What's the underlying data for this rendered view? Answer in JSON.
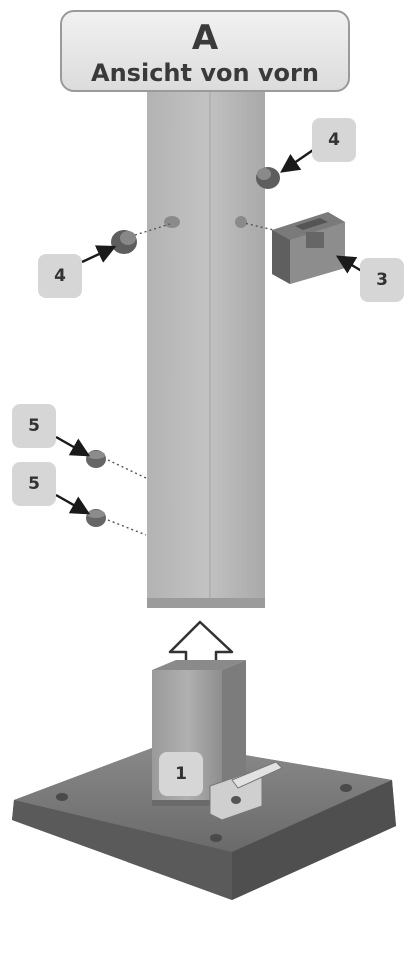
{
  "header": {
    "letter": "A",
    "subtitle": "Ansicht von vorn"
  },
  "callouts": {
    "post": "1",
    "bracket": "3",
    "cap_left": "4",
    "cap_right": "4",
    "plug_upper": "5",
    "plug_lower": "5"
  },
  "colors": {
    "post_light": "#bdbdbd",
    "post_dark": "#9e9e9e",
    "base_plate": "#777777",
    "callout_bg": "#d6d6d6",
    "callout_text": "#333333",
    "title_text": "#3a3a3a"
  }
}
